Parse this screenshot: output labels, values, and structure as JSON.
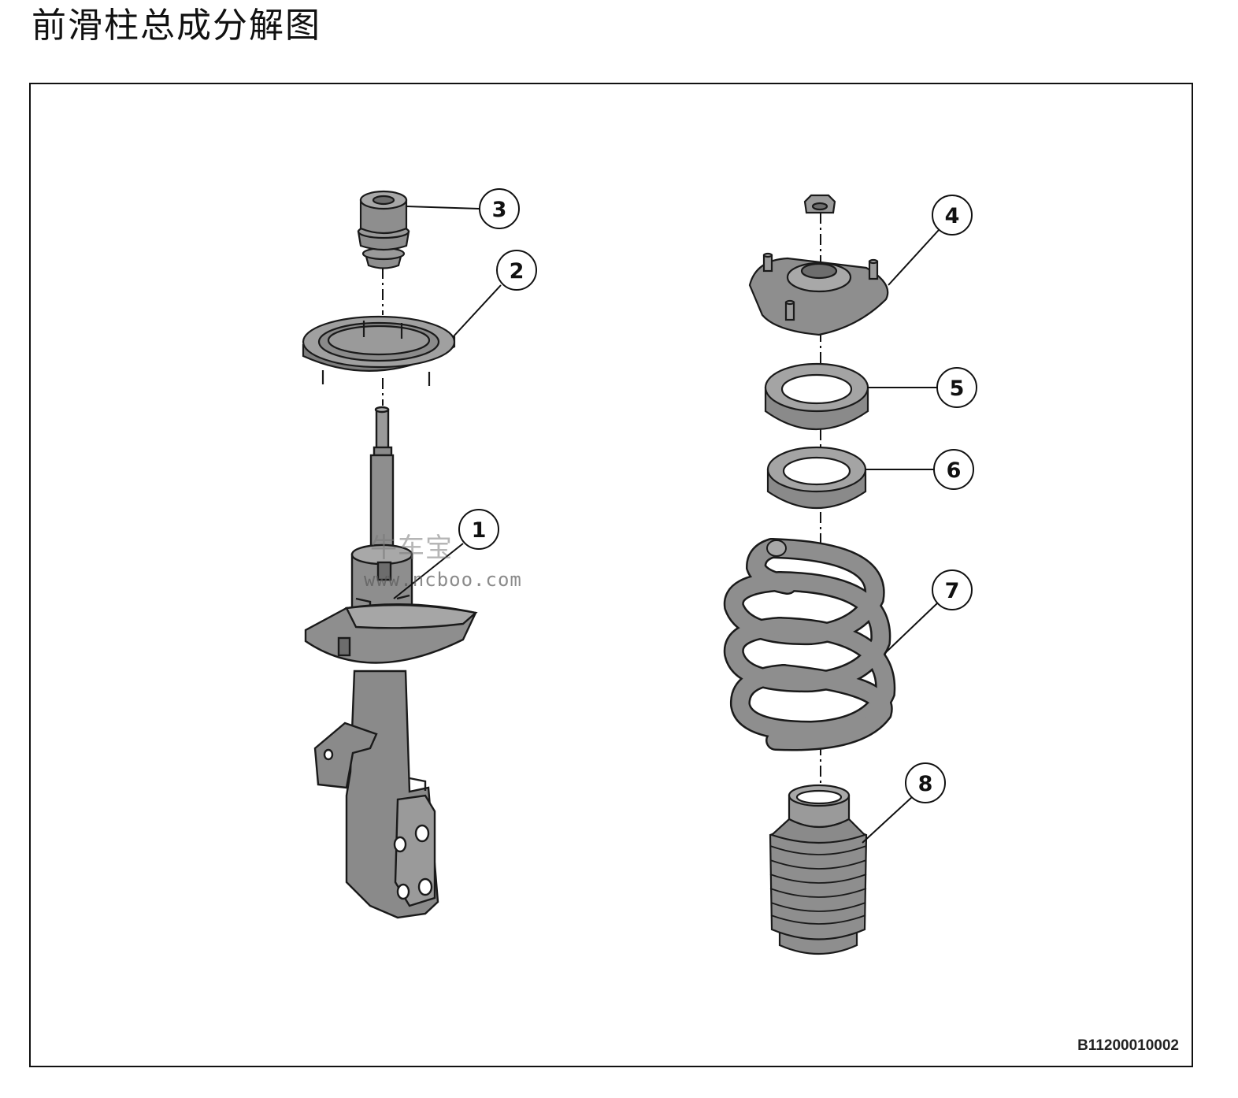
{
  "title": "前滑柱总成分解图",
  "figure_code": "B11200010002",
  "watermark": {
    "logo_text": "牛车宝",
    "url": "www.ncboo.com"
  },
  "callouts": [
    {
      "number": "1",
      "part": "strut-assembly"
    },
    {
      "number": "2",
      "part": "spring-upper-seat"
    },
    {
      "number": "3",
      "part": "bump-stop"
    },
    {
      "number": "4",
      "part": "top-mount"
    },
    {
      "number": "5",
      "part": "upper-insulator"
    },
    {
      "number": "6",
      "part": "lower-insulator"
    },
    {
      "number": "7",
      "part": "coil-spring"
    },
    {
      "number": "8",
      "part": "dust-boot"
    }
  ],
  "colors": {
    "part_fill": "#8e8e8e",
    "part_light": "#b4b4b4",
    "part_dark": "#6d6d6d",
    "outline": "#1a1a1a",
    "frame": "#111111"
  }
}
